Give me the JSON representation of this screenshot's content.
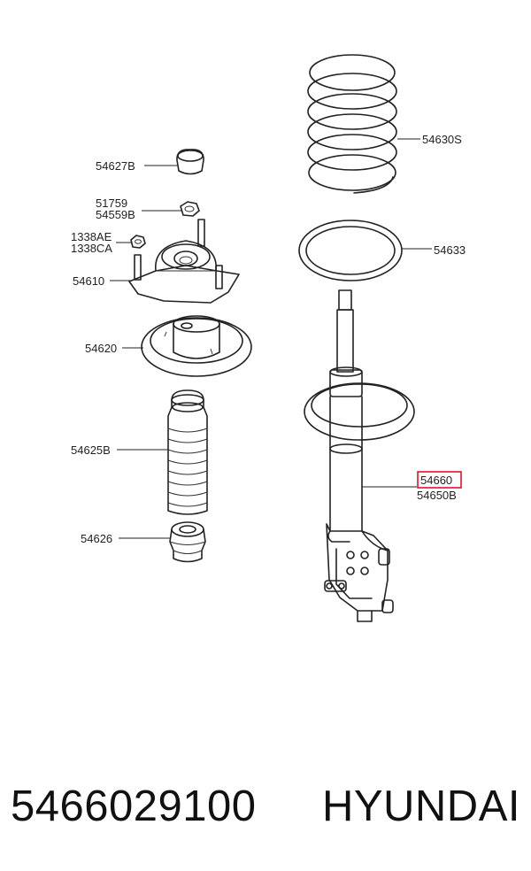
{
  "parts": {
    "p54627B": "54627B",
    "p51759": "51759",
    "p54559B": "54559B",
    "p1338AE": "1338AE",
    "p1338CA": "1338CA",
    "p54610": "54610",
    "p54620": "54620",
    "p54625B": "54625B",
    "p54626": "54626",
    "p54630S": "54630S",
    "p54633": "54633",
    "p54660": "54660",
    "p54650B": "54650B"
  },
  "highlight_color": "#e0001b",
  "caption": {
    "part_number": "5466029100",
    "brand": "HYUNDAI"
  }
}
